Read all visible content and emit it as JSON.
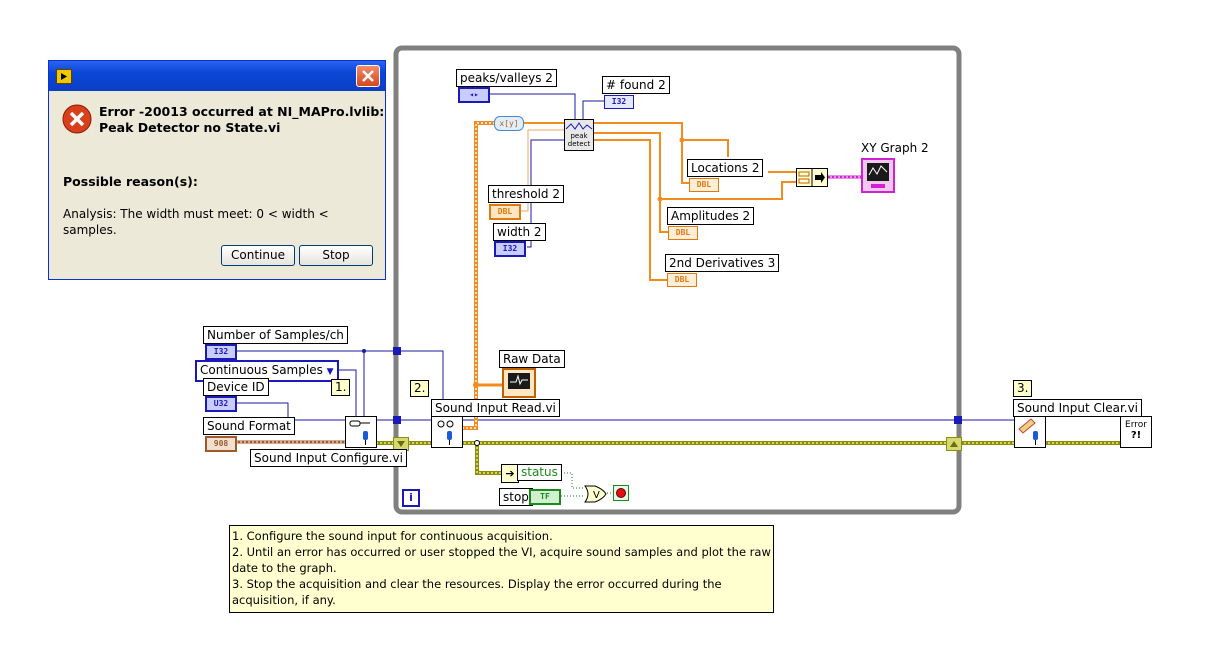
{
  "dialog": {
    "title_icon": "labview-icon",
    "close_icon": "close-icon",
    "error_icon": "error-icon",
    "error_line1": "Error -20013 occurred at NI_MAPro.lvlib:",
    "error_line2": "Peak Detector no State.vi",
    "reasons_heading": "Possible reason(s):",
    "reason_line1": "Analysis:  The width must meet: 0 < width <",
    "reason_line2": "samples.",
    "continue_label": "Continue",
    "stop_label": "Stop"
  },
  "diagram": {
    "loop_index": "i",
    "steps": {
      "s1": "1.",
      "s2": "2.",
      "s3": "3."
    },
    "labels": {
      "peaks_valleys": "peaks/valleys 2",
      "found": "# found 2",
      "threshold": "threshold 2",
      "width": "width 2",
      "locations": "Locations 2",
      "amplitudes": "Amplitudes 2",
      "derivatives": "2nd Derivatives 3",
      "xy_graph": "XY Graph 2",
      "raw_data": "Raw Data",
      "num_samples": "Number of Samples/ch",
      "continuous": "Continuous Samples",
      "device_id": "Device ID",
      "sound_format": "Sound Format",
      "configure_vi": "Sound Input Configure.vi",
      "read_vi": "Sound Input Read.vi",
      "clear_vi": "Sound Input Clear.vi",
      "status": "status",
      "stop": "stop",
      "peak_detect_1": "peak",
      "peak_detect_2": "detect",
      "error_node_1": "Error",
      "error_node_2": "?!"
    },
    "terminals": {
      "i32": "I32",
      "u32": "U32",
      "dbl": "DBL",
      "tf": "TF",
      "ring": "◂▸",
      "fmt": "908"
    },
    "comment": {
      "line1": "1. Configure the sound input for continuous acquisition.",
      "line2": "2. Until an error has occurred or user stopped the VI, acquire sound samples and plot the raw",
      "line3": "date to the graph.",
      "line4": "3. Stop the acquisition and clear the resources. Display the error occurred during the",
      "line5": "acquisition, if any."
    }
  },
  "colors": {
    "dbl_wire": "#f28c1e",
    "int_wire": "#1a1a9c",
    "error_wire": "#b8b820",
    "cluster_wire": "#d020d0",
    "loop_border": "#808080"
  }
}
